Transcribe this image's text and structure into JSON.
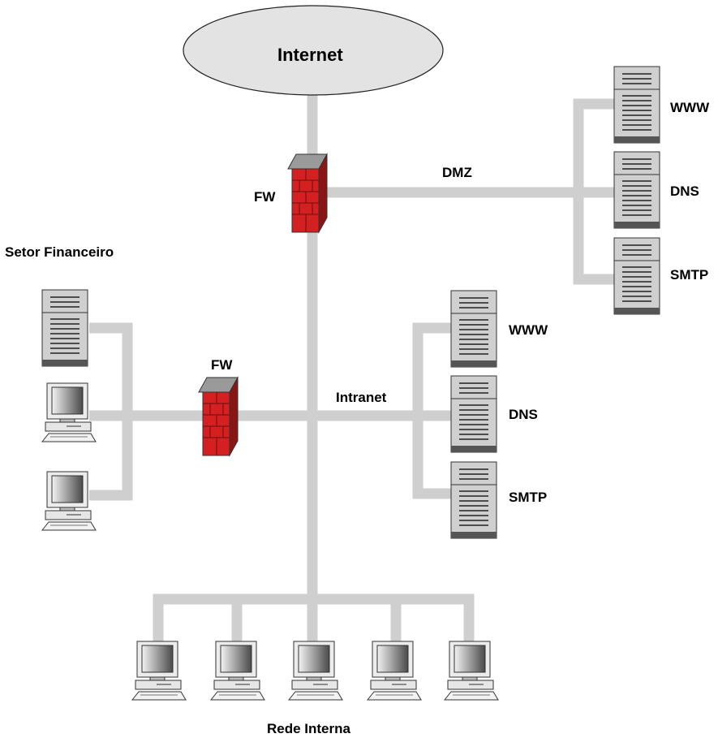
{
  "cloud_label": "Internet",
  "firewalls": {
    "top": "FW",
    "left": "FW"
  },
  "networks": {
    "dmz": "DMZ",
    "intranet": "Intranet",
    "finance": "Setor Financeiro",
    "internal": "Rede Interna"
  },
  "dmz_servers": [
    "WWW",
    "DNS",
    "SMTP"
  ],
  "intranet_servers": [
    "WWW",
    "DNS",
    "SMTP"
  ],
  "colors": {
    "link": "#cfcfcf",
    "firewall": "#d42020",
    "cloud": "#e3e3e3",
    "server": "#cfcfcf"
  }
}
